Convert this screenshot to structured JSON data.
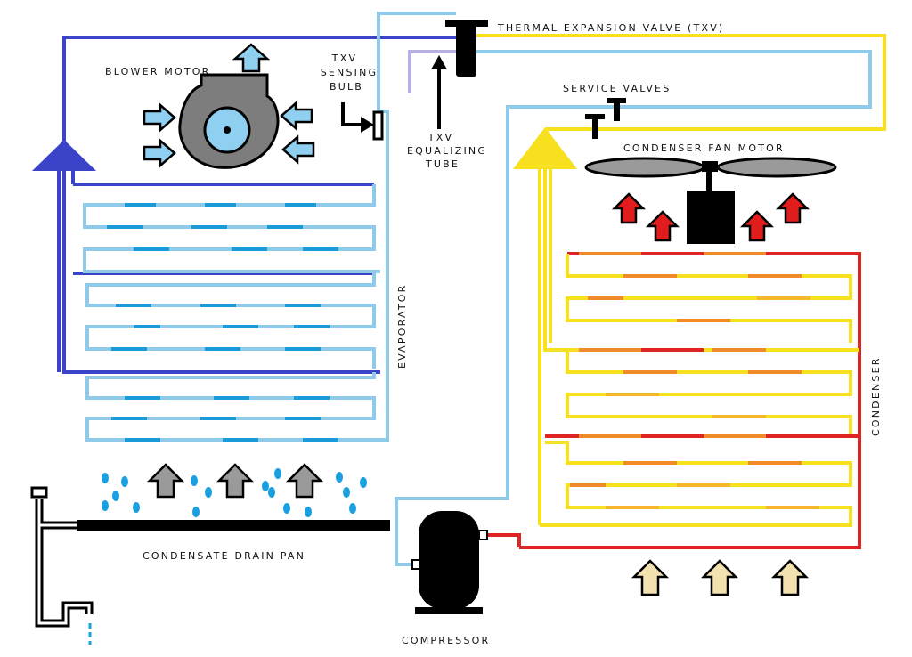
{
  "labels": {
    "txv": "THERMAL EXPANSION VALVE (TXV)",
    "blower_motor": "BLOWER MOTOR",
    "sensing_bulb_line1": "TXV",
    "sensing_bulb_line2": "SENSING",
    "sensing_bulb_line3": "BULB",
    "equalizing_line1": "TXV",
    "equalizing_line2": "EQUALIZING",
    "equalizing_line3": "TUBE",
    "service_valves": "SERVICE VALVES",
    "condenser_fan_motor": "CONDENSER FAN MOTOR",
    "evaporator": "EVAPORATOR",
    "condenser": "CONDENSER",
    "condensate_drain_pan": "CONDENSATE DRAIN PAN",
    "compressor": "COMPRESSOR"
  },
  "colors": {
    "suction_line": "#3b44c8",
    "liquid_line": "#8fcbe8",
    "evaporator_tube": "#1a9ad8",
    "high_pressure_line": "#f7e11f",
    "discharge_line": "#e02424",
    "condenser_hot": "#f08a2a",
    "equalizing_tube": "#b8b0e0",
    "air_in_cold": "#8fd0f0",
    "air_hot": "#e01c1c",
    "air_ambient": "#f3e2b0",
    "air_cooled": "#9a9a9a",
    "water": "#1aa0e0"
  }
}
